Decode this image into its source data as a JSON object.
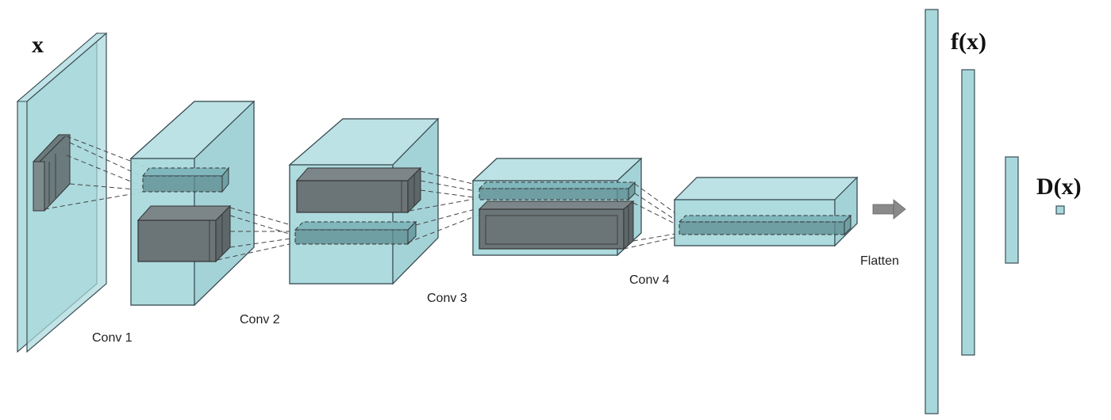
{
  "input_label": "x",
  "layers": [
    {
      "name": "conv1",
      "label": "Conv 1"
    },
    {
      "name": "conv2",
      "label": "Conv 2"
    },
    {
      "name": "conv3",
      "label": "Conv 3"
    },
    {
      "name": "conv4",
      "label": "Conv 4"
    }
  ],
  "flatten_label": "Flatten",
  "feature_label": "f(x)",
  "output_label": "D(x)",
  "colors": {
    "box_fill": "#a8d8dc",
    "box_stroke": "#3b4e55",
    "kernel_fill": "#6b7a7c",
    "arrow": "#8a8a8a"
  }
}
